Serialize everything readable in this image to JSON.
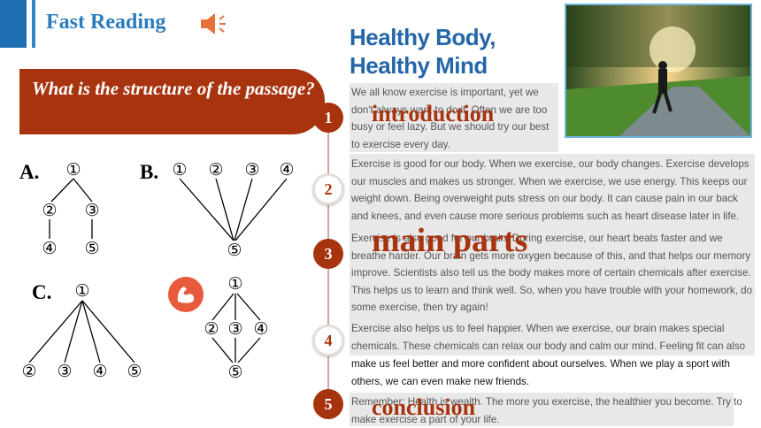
{
  "header": {
    "title": "Fast Reading",
    "speaker_icon": "speaker-icon"
  },
  "question": "What is the structure of the passage?",
  "options": {
    "a": {
      "label": "A.",
      "nodes": [
        "①",
        "②",
        "③",
        "④",
        "⑤"
      ]
    },
    "b": {
      "label": "B.",
      "nodes": [
        "①",
        "②",
        "③",
        "④",
        "⑤"
      ]
    },
    "c": {
      "label": "C.",
      "nodes": [
        "①",
        "②",
        "③",
        "④",
        "⑤"
      ]
    },
    "d": {
      "icon": "muscle-icon",
      "nodes": [
        "①",
        "②",
        "③",
        "④",
        "⑤"
      ]
    }
  },
  "timeline": {
    "numbers": [
      "1",
      "2",
      "3",
      "4",
      "5"
    ],
    "labels": {
      "introduction": "introduction",
      "main_parts": "main parts",
      "conclusion": "conclusion"
    }
  },
  "article": {
    "title_line1": "Healthy Body,",
    "title_line2": "Healthy Mind",
    "p1": "We all know exercise is important, yet we don't always want to do it. Often we are too busy or feel lazy. But we should try our best to exercise every day.",
    "p2": "Exercise is good for our body. When we exercise, our body changes. Exercise develops our muscles and makes us stronger. When we exercise, we use energy. This keeps our weight down. Being overweight puts stress on our body. It can cause pain in our back and knees, and even cause more serious problems such as heart disease later in life.",
    "p3": "Exercise is also good for our brain. During exercise, our heart beats faster and we breathe harder. Our brain gets more oxygen because of this, and that helps our memory improve. Scientists also tell us the body makes more of certain chemicals after exercise. This helps us to learn and think well. So, when you have trouble with your homework, do some exercise, then try again!",
    "p4a": "Exercise also helps us to feel happier. When we exercise, our brain makes special chemicals. These chemicals can relax our body and calm our mind. Feeling fit can also",
    "p4b": "make us feel better and more confident about ourselves. When we play a sport with others, we can even make new friends.",
    "p5": "Remember: Health is wealth. The more you exercise, the healthier you become. Try to make exercise a part of your life.",
    "photo": "runner-photo"
  }
}
